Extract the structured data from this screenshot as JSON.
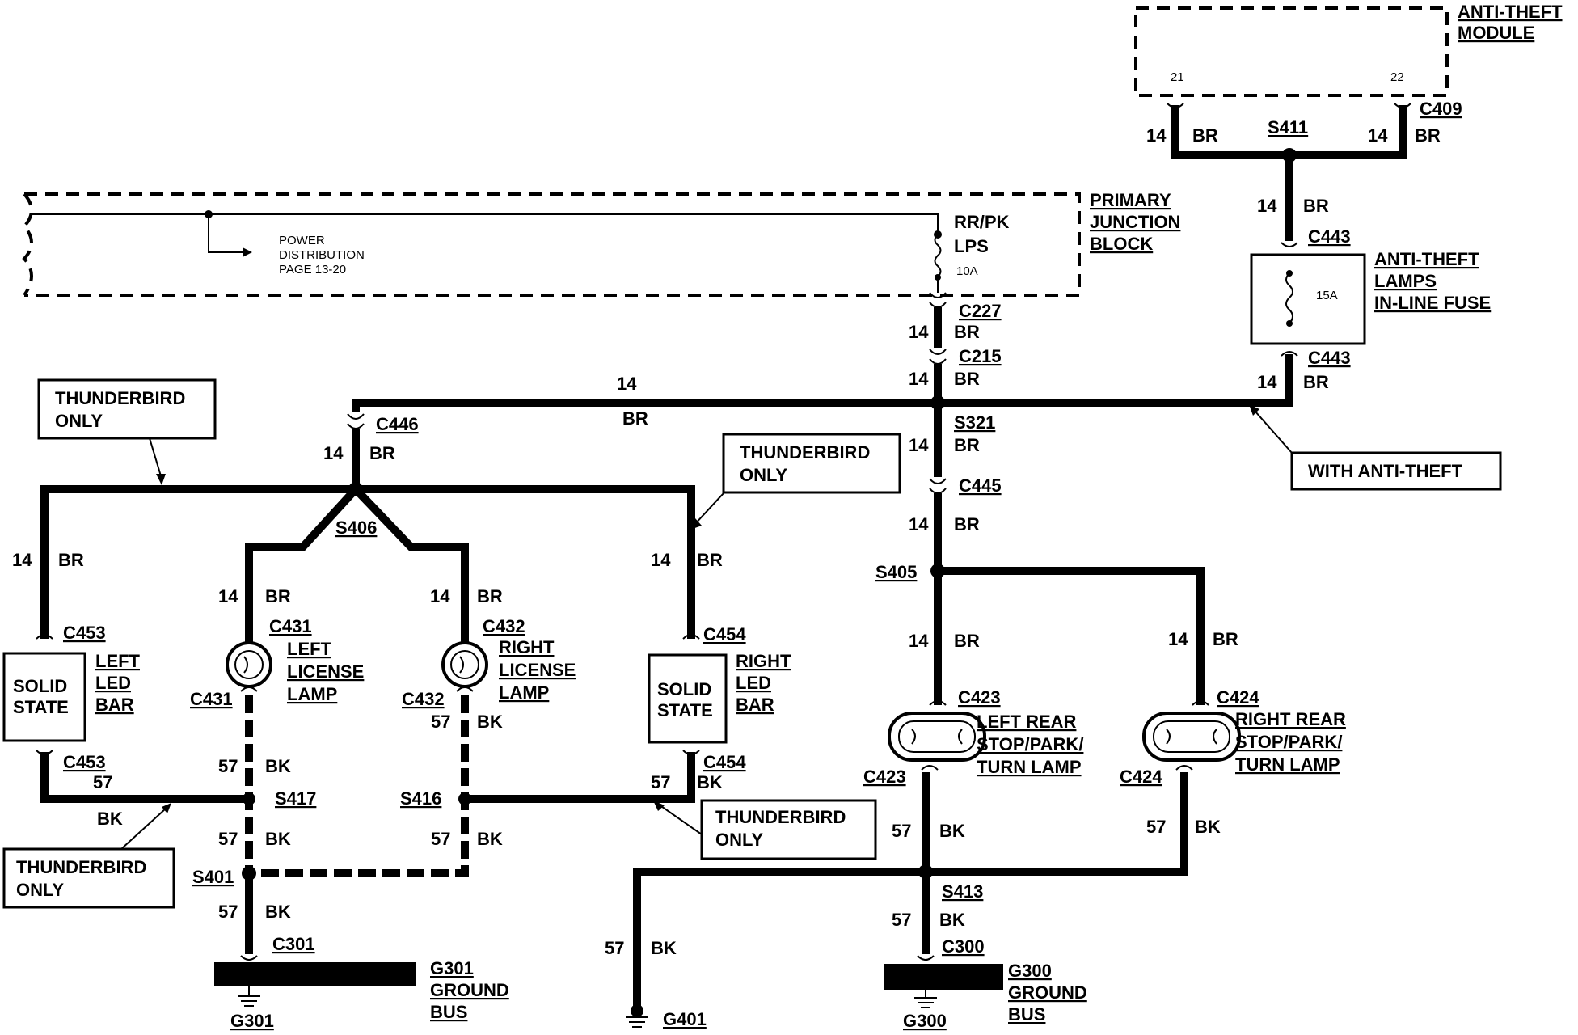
{
  "labels": {
    "anti_theft_module": [
      "ANTI-THEFT",
      "MODULE"
    ],
    "pin_21": "21",
    "pin_22": "22",
    "c409": "C409",
    "s411": "S411",
    "c443": "C443",
    "anti_theft_fuse": [
      "ANTI-THEFT",
      "LAMPS",
      "IN-LINE FUSE"
    ],
    "fuse_15a": "15A",
    "primary_junction_block": [
      "PRIMARY",
      "JUNCTION",
      "BLOCK"
    ],
    "power_distribution": [
      "POWER",
      "DISTRIBUTION",
      "PAGE 13-20"
    ],
    "rrpk": "RR/PK",
    "lps": "LPS",
    "fuse_10a": "10A",
    "c227": "C227",
    "c215": "C215",
    "s321": "S321",
    "c445": "C445",
    "s405": "S405",
    "c446": "C446",
    "s406": "S406",
    "with_anti_theft": "WITH ANTI-THEFT",
    "thunderbird_only": [
      "THUNDERBIRD",
      "ONLY"
    ],
    "c453": "C453",
    "c431": "C431",
    "c432": "C432",
    "c454": "C454",
    "c423": "C423",
    "c424": "C424",
    "solid_state": [
      "SOLID",
      "STATE"
    ],
    "left_led_bar": [
      "LEFT",
      "LED",
      "BAR"
    ],
    "right_led_bar": [
      "RIGHT",
      "LED",
      "BAR"
    ],
    "left_license_lamp": [
      "LEFT",
      "LICENSE",
      "LAMP"
    ],
    "right_license_lamp": [
      "RIGHT",
      "LICENSE",
      "LAMP"
    ],
    "left_rear_lamp": [
      "LEFT REAR",
      "STOP/PARK/",
      "TURN LAMP"
    ],
    "right_rear_lamp": [
      "RIGHT REAR",
      "STOP/PARK/",
      "TURN LAMP"
    ],
    "s417": "S417",
    "s416": "S416",
    "s401": "S401",
    "s413": "S413",
    "c301": "C301",
    "c300": "C300",
    "g301": "G301",
    "g300": "G300",
    "g401": "G401",
    "g301_bus": [
      "G301",
      "GROUND",
      "BUS"
    ],
    "g300_bus": [
      "G300",
      "GROUND",
      "BUS"
    ],
    "gauge_14": "14",
    "gauge_57": "57",
    "color_br": "BR",
    "color_bk": "BK"
  }
}
